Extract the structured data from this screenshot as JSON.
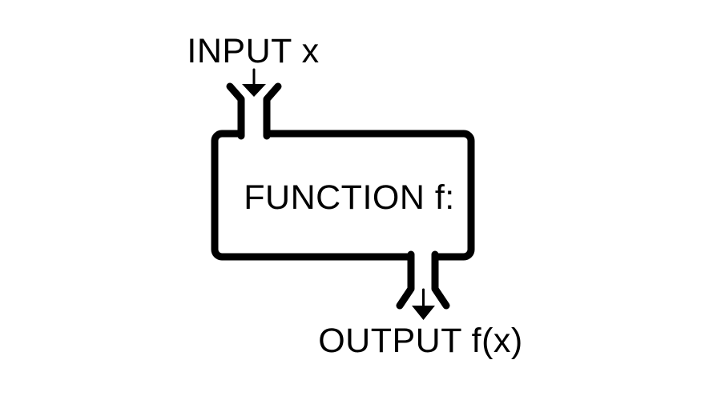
{
  "colors": {
    "ink": "#000000",
    "background": "#ffffff"
  },
  "diagram": {
    "type": "function-machine",
    "input_label": "INPUT x",
    "function_label": "FUNCTION f:",
    "output_label": "OUTPUT f(x)",
    "flow": [
      "INPUT x",
      "FUNCTION f:",
      "OUTPUT f(x)"
    ]
  },
  "icons": {
    "input_arrow": "down-arrow",
    "output_arrow": "down-arrow",
    "input_port": "funnel",
    "output_port": "spout"
  }
}
